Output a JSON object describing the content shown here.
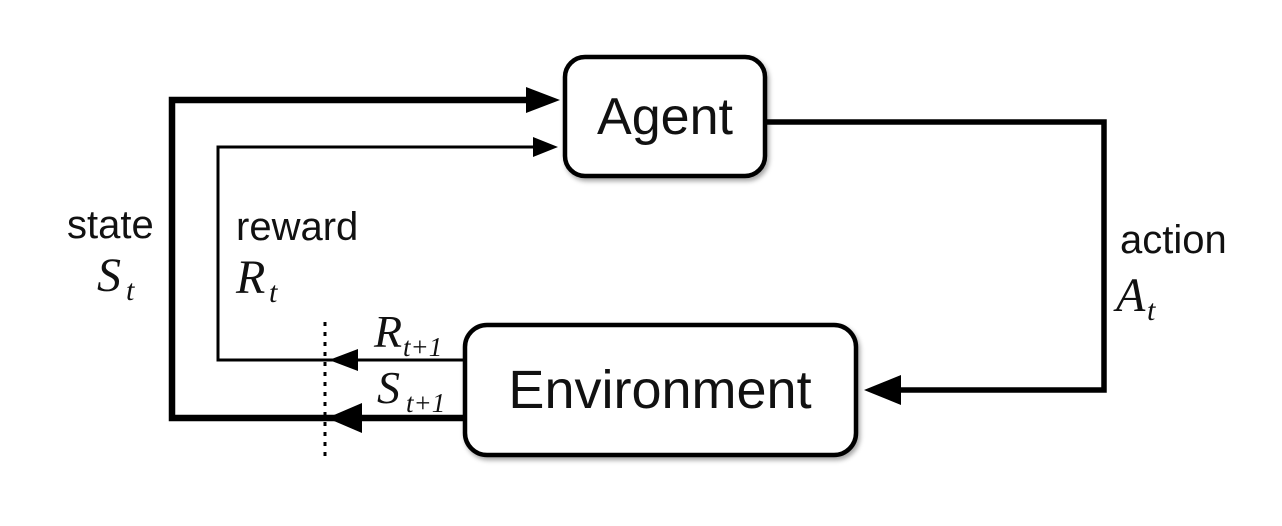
{
  "diagram": {
    "title": "agent-environment-interaction-loop",
    "colors": {
      "background": "#ffffff",
      "line": "#000000",
      "box_fill": "#ffffff",
      "box_border": "#000000",
      "text": "#111111"
    },
    "nodes": {
      "agent": {
        "label": "Agent"
      },
      "environment": {
        "label": "Environment"
      }
    },
    "edges": {
      "state": {
        "word": "state",
        "symbol": "S",
        "subscript": "t"
      },
      "reward": {
        "word": "reward",
        "symbol": "R",
        "subscript": "t"
      },
      "action": {
        "word": "action",
        "symbol": "A",
        "subscript": "t"
      },
      "next_reward": {
        "symbol": "R",
        "subscript": "t+1"
      },
      "next_state": {
        "symbol": "S",
        "subscript": "t+1"
      }
    }
  }
}
